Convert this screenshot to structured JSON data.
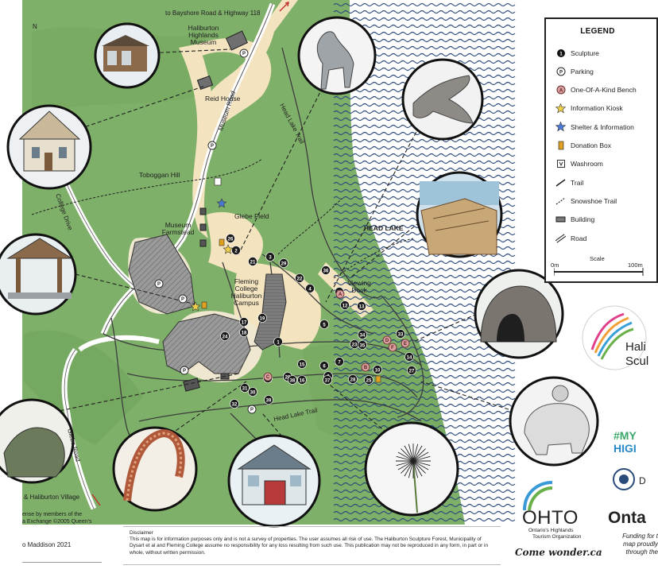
{
  "map": {
    "top_road_label": "to Bayshore Road & Highway 118",
    "compass_letter": "N",
    "places": {
      "museum": "Haliburton Highlands Museum",
      "reid_house": "Reid House",
      "toboggan_hill": "Toboggan Hill",
      "museum_farmstead": "Museum Farmstead",
      "glebe_field": "Glebe Field",
      "college": "Fleming College Haliburton Campus",
      "head_lake": "HEAD LAKE",
      "viewing_dock": "Viewing Dock"
    },
    "roads": {
      "museum_road": "Museum Road",
      "college_drive": "College Drive",
      "glebe_road": "Glebe Road"
    },
    "trails": {
      "head_lake_trail_top": "Head Lake Trail",
      "head_lake_trail_bottom": "Head Lake Trail"
    },
    "bottom_left_label": "& Haliburton Village"
  },
  "markers": {
    "sculptures": [
      "1",
      "2",
      "3",
      "4",
      "5",
      "6",
      "7",
      "8",
      "9",
      "10",
      "11",
      "12",
      "13",
      "14",
      "15",
      "16",
      "17",
      "18",
      "19",
      "20",
      "21",
      "22",
      "23",
      "24",
      "25",
      "26",
      "27",
      "28",
      "29",
      "30",
      "31",
      "32",
      "33",
      "34",
      "35",
      "36",
      "37",
      "38",
      "39"
    ],
    "benches": [
      "A",
      "B",
      "C",
      "D",
      "E",
      "F"
    ],
    "parking": [
      "P",
      "P",
      "P",
      "P",
      "P",
      "P"
    ]
  },
  "legend": {
    "title": "LEGEND",
    "items": [
      {
        "label": "Sculpture",
        "icon": "sculpture-dot"
      },
      {
        "label": "Parking",
        "icon": "parking-circle"
      },
      {
        "label": "One-Of-A-Kind Bench",
        "icon": "bench-circle"
      },
      {
        "label": "Information Kiosk",
        "icon": "kiosk-star"
      },
      {
        "label": "Shelter & Information",
        "icon": "shelter-star"
      },
      {
        "label": "Donation Box",
        "icon": "donation-box"
      },
      {
        "label": "Washroom",
        "icon": "washroom"
      },
      {
        "label": "Trail",
        "icon": "trail-line"
      },
      {
        "label": "Snowshoe Trail",
        "icon": "snowshoe-dashed"
      },
      {
        "label": "Building",
        "icon": "building"
      },
      {
        "label": "Road",
        "icon": "road"
      }
    ],
    "scale_title": "Scale",
    "scale_start": "0m",
    "scale_end": "100m"
  },
  "credits": {
    "license_line1": "ense by members of the",
    "license_line2": "a Exchange ©2005 Queen's",
    "author": "o Maddison 2021"
  },
  "disclaimer": {
    "heading": "Disclaimer",
    "body": "This map is for information purposes only and is not a survey of properties. The user assumes all risk of use. The Haliburton Sculpture Forest, Municipality of Dysart et al and Fleming College assume no responsibility for any loss resulting from such use. This publication may not be reproduced in any form, in part or in whole, without written permission."
  },
  "logos": {
    "hsf_line1": "Hali",
    "hsf_line2": "Scul",
    "myhigh_line1": "#MY",
    "myhigh_line2": "HIGI",
    "dysart": "D",
    "ohto_name": "OHTO",
    "ohto_line1": "Ontario's Highlands",
    "ohto_line2": "Tourism Organization",
    "ohto_tagline": "Come wonder.ca",
    "ontario": "Onta",
    "funding_line1": "Funding for t",
    "funding_line2": "map proudly",
    "funding_line3": "through the"
  },
  "colors": {
    "grass": "#7fb069",
    "grass_dark": "#6ea45a",
    "path": "#f3e3bf",
    "water_line": "#2b4a7a",
    "building": "#8e8e8e",
    "sculpture_marker": "#1a1a1a",
    "bench_marker": "#d8a0a0"
  }
}
